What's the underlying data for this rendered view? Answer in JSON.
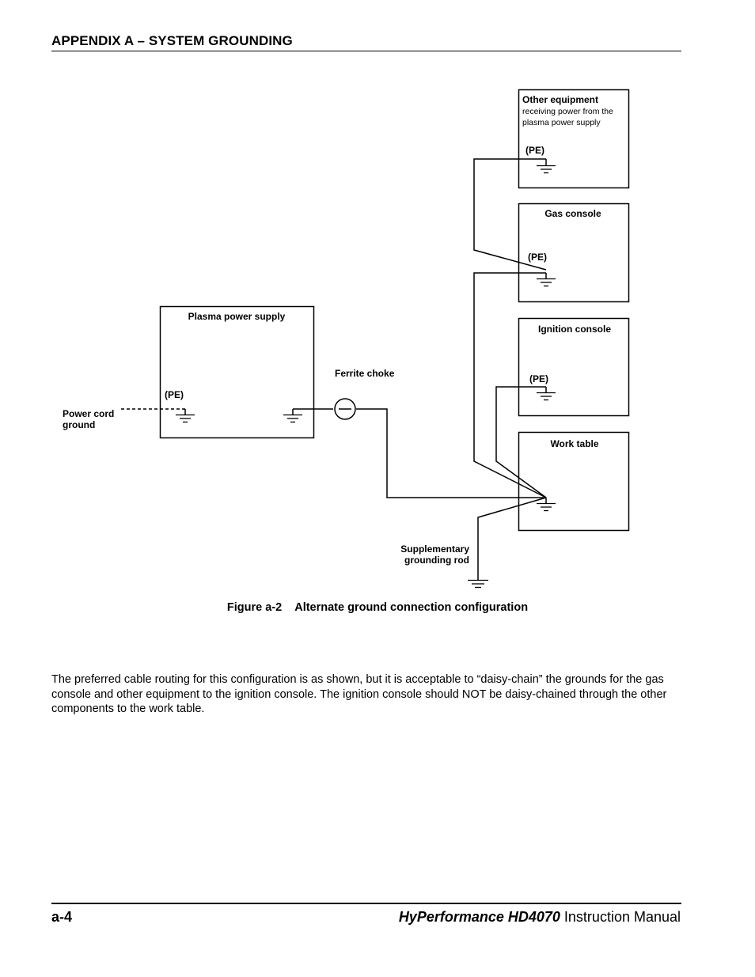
{
  "header": {
    "title": "APPENDIX A – SYSTEM GROUNDING"
  },
  "diagram": {
    "other_equipment_title": "Other equipment",
    "other_equipment_sub1": "receiving power from the",
    "other_equipment_sub2": "plasma power supply",
    "gas_console": "Gas console",
    "ignition_console": "Ignition console",
    "work_table": "Work table",
    "plasma_power_supply": "Plasma power supply",
    "pe": "(PE)",
    "ferrite_choke": "Ferrite choke",
    "power_cord_line1": "Power cord",
    "power_cord_line2": "ground",
    "supplementary_line1": "Supplementary",
    "supplementary_line2": "grounding rod"
  },
  "caption": {
    "number": "Figure a-2",
    "text": "Alternate ground connection configuration"
  },
  "body": {
    "paragraph": "The preferred cable routing for this configuration is as shown, but it is acceptable to “daisy-chain” the grounds for the gas console and other equipment to the ignition console. The ignition console should NOT be daisy-chained through the other components to the work table."
  },
  "footer": {
    "page": "a-4",
    "product": "HyPerformance HD4070",
    "manual": " Instruction Manual"
  }
}
